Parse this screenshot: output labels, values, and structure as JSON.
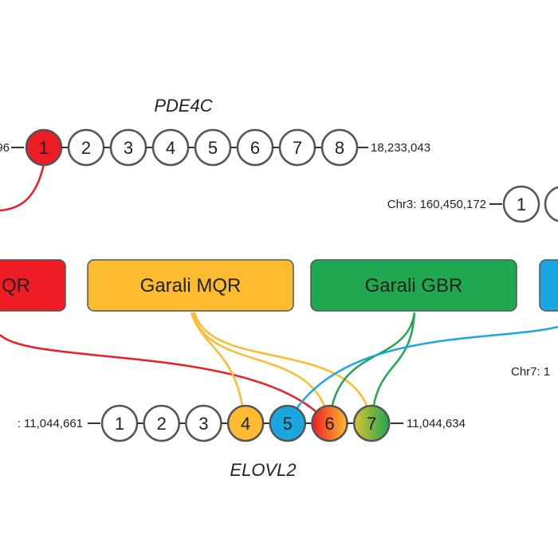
{
  "colors": {
    "red": "#ee1c24",
    "yellow": "#fdbb30",
    "green": "#1fa84f",
    "blue": "#1aa7e0",
    "outline": "#555555"
  },
  "pde4c": {
    "gene": "PDE4C",
    "left_coord": "96",
    "right_coord": "18,233,043",
    "exons": [
      "1",
      "2",
      "3",
      "4",
      "5",
      "6",
      "7",
      "8"
    ]
  },
  "chr3": {
    "coord": "Chr3: 160,450,172",
    "exons": [
      "1"
    ]
  },
  "boxes": [
    {
      "label": "QR",
      "color": "red"
    },
    {
      "label": "Garali MQR",
      "color": "yellow"
    },
    {
      "label": "Garali GBR",
      "color": "green"
    },
    {
      "label": "",
      "color": "blue"
    }
  ],
  "chr7": {
    "coord": "Chr7: 1"
  },
  "elovl2": {
    "gene": "ELOVL2",
    "left_coord": ": 11,044,661",
    "right_coord": "11,044,634",
    "exons": [
      "1",
      "2",
      "3",
      "4",
      "5",
      "6",
      "7"
    ]
  }
}
